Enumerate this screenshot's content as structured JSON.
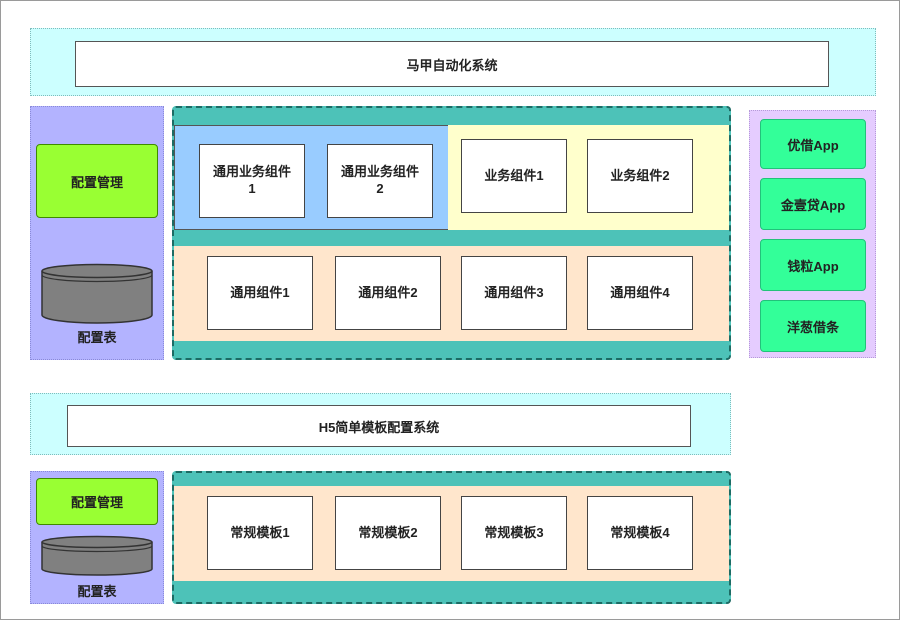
{
  "top_system": {
    "title": "马甲自动化系统",
    "config": {
      "manage_label": "配置管理",
      "table_label": "配置表"
    },
    "business_common": [
      {
        "line1": "通用业务组件",
        "line2": "1"
      },
      {
        "line1": "通用业务组件",
        "line2": "2"
      }
    ],
    "business": [
      "业务组件1",
      "业务组件2"
    ],
    "common": [
      "通用组件1",
      "通用组件2",
      "通用组件3",
      "通用组件4"
    ],
    "apps": [
      "优借App",
      "金壹贷App",
      "钱粒App",
      "洋葱借条"
    ]
  },
  "bottom_system": {
    "title": "H5简单模板配置系统",
    "config": {
      "manage_label": "配置管理",
      "table_label": "配置表"
    },
    "templates": [
      "常规模板1",
      "常规模板2",
      "常规模板3",
      "常规模板4"
    ]
  },
  "colors": {
    "cyan_band": "#ccffff",
    "config_panel": "#b3b3ff",
    "apps_panel": "#e5ccff",
    "teal_container": "#4dc2b8",
    "peach_band": "#ffe6cc",
    "blue_group": "#99ccff",
    "yellow_group": "#ffffcc",
    "config_button": "#99ff33",
    "app_button": "#33ff99",
    "database": "#808080"
  },
  "icons": {
    "database": "cylinder-database-icon"
  }
}
